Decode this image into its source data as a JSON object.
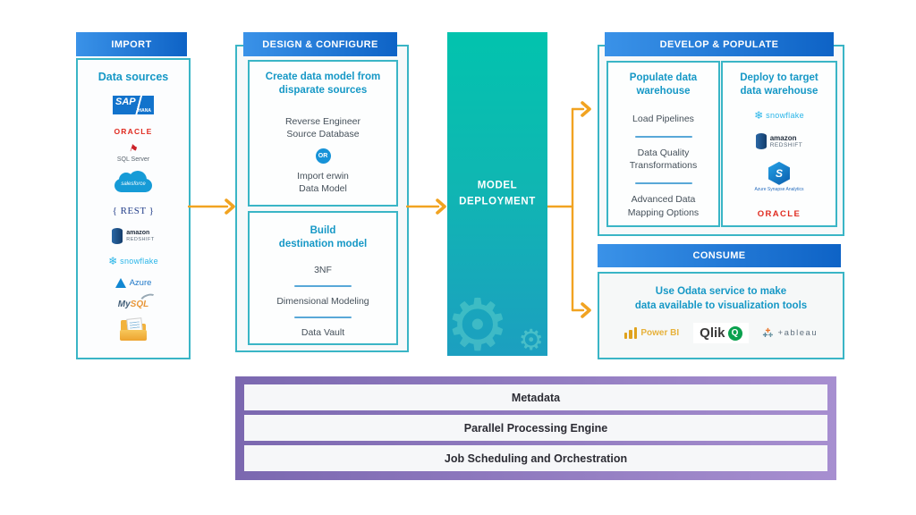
{
  "colors": {
    "header_gradient_start": "#3a92e8",
    "header_gradient_end": "#0e63c6",
    "teal_border": "#3ab5c6",
    "teal_text": "#1698c6",
    "body_text": "#45505a",
    "arrow_orange": "#f1a321",
    "deployment_gradient_top": "#02c3ae",
    "deployment_gradient_bottom": "#1c9fc0",
    "platform_purple_start": "#7b68b0",
    "platform_purple_end": "#a78fd0"
  },
  "icons": {
    "snowflake_glyph": "❄",
    "gear_glyph": "⚙",
    "flag_glyph": "⚑",
    "plus_glyph": "✚"
  },
  "import": {
    "header": "IMPORT",
    "title": "Data sources",
    "logos": {
      "sap": {
        "text": "SAP",
        "sub": "HANA"
      },
      "oracle": {
        "text": "ORACLE"
      },
      "sql_server": {
        "text": "SQL Server"
      },
      "salesforce": {
        "text": "salesforce"
      },
      "rest": {
        "text": "{ REST }"
      },
      "redshift": {
        "text": "amazon",
        "sub": "REDSHIFT"
      },
      "snowflake": {
        "text": "snowflake"
      },
      "azure": {
        "text": "Azure"
      },
      "mysql": {
        "text": "My",
        "sub": "SQL"
      }
    }
  },
  "design": {
    "header": "DESIGN & CONFIGURE",
    "create_box": {
      "title": "Create data model from disparate sources",
      "option1": "Reverse Engineer Source Database",
      "or_badge": "OR",
      "option2": "Import erwin Data Model"
    },
    "build_box": {
      "title_lines": [
        "Build",
        "destination model"
      ],
      "items": [
        "3NF",
        "Dimensional Modeling",
        "Data Vault"
      ]
    }
  },
  "deployment": {
    "label": "MODEL DEPLOYMENT"
  },
  "develop": {
    "header": "DEVELOP & POPULATE",
    "populate_box": {
      "title": "Populate data warehouse",
      "items": [
        "Load Pipelines",
        "Data Quality Transformations",
        "Advanced Data Mapping Options"
      ]
    },
    "deploy_box": {
      "title": "Deploy to target data warehouse",
      "logos": {
        "snowflake": {
          "text": "snowflake"
        },
        "redshift": {
          "text": "amazon",
          "sub": "REDSHIFT"
        },
        "synapse": {
          "text": "S",
          "caption": "Azure Synapse Analytics"
        },
        "oracle": {
          "text": "ORACLE"
        }
      }
    }
  },
  "consume": {
    "header": "CONSUME",
    "title_lines": [
      "Use Odata service to make",
      "data available to visualization tools"
    ],
    "logos": {
      "power_bi": {
        "text": "Power BI"
      },
      "qlik": {
        "text": "Qlik",
        "badge": "Q"
      },
      "tableau": {
        "text": "+ableau"
      }
    }
  },
  "platform": {
    "bars": [
      "Metadata",
      "Parallel Processing Engine",
      "Job Scheduling and Orchestration"
    ]
  }
}
